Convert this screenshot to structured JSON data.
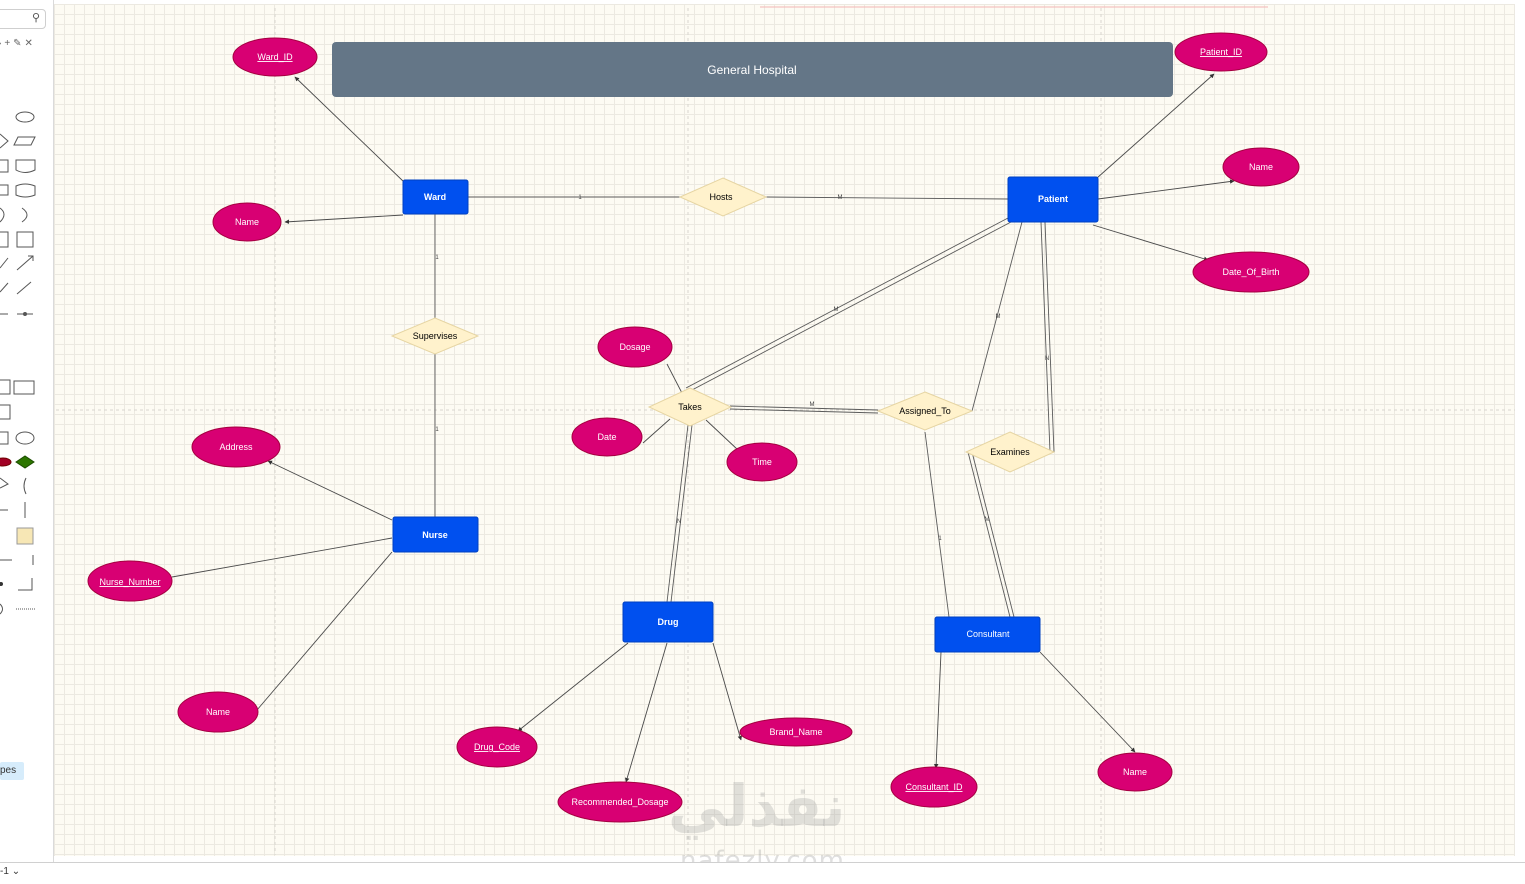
{
  "title": "General Hospital",
  "colors": {
    "entity": "#0050ef",
    "attribute": "#d80073",
    "relationship": "#fff2cc",
    "title_bar": "#647687",
    "canvas": "#fdfbf3"
  },
  "sidebar": {
    "shapes_label": "pes",
    "page_selector": "-1"
  },
  "watermark": {
    "arabic": "نفذلي",
    "latin": "nafezly.com"
  },
  "entities": [
    {
      "id": "ward",
      "label": "Ward"
    },
    {
      "id": "patient",
      "label": "Patient"
    },
    {
      "id": "nurse",
      "label": "Nurse"
    },
    {
      "id": "drug",
      "label": "Drug"
    },
    {
      "id": "consultant",
      "label": "Consultant"
    }
  ],
  "relationships": [
    {
      "id": "hosts",
      "label": "Hosts"
    },
    {
      "id": "supervises",
      "label": "Supervises"
    },
    {
      "id": "takes",
      "label": "Takes"
    },
    {
      "id": "assigned_to",
      "label": "Assigned_To"
    },
    {
      "id": "examines",
      "label": "Examines"
    }
  ],
  "attributes": [
    {
      "id": "ward_id",
      "label": "Ward_ID",
      "key": true
    },
    {
      "id": "ward_name",
      "label": "Name",
      "key": false
    },
    {
      "id": "patient_id",
      "label": "Patient_ID",
      "key": true
    },
    {
      "id": "patient_name",
      "label": "Name",
      "key": false
    },
    {
      "id": "date_of_birth",
      "label": "Date_Of_Birth",
      "key": false
    },
    {
      "id": "dosage",
      "label": "Dosage",
      "key": false
    },
    {
      "id": "date",
      "label": "Date",
      "key": false
    },
    {
      "id": "time",
      "label": "Time",
      "key": false
    },
    {
      "id": "address",
      "label": "Address",
      "key": false
    },
    {
      "id": "nurse_number",
      "label": "Nurse_Number",
      "key": true
    },
    {
      "id": "nurse_name",
      "label": "Name",
      "key": false
    },
    {
      "id": "drug_code",
      "label": "Drug_Code",
      "key": true
    },
    {
      "id": "brand_name",
      "label": "Brand_Name",
      "key": false
    },
    {
      "id": "recommended_dosage",
      "label": "Recommended_Dosage",
      "key": false
    },
    {
      "id": "consultant_id",
      "label": "Consultant_ID",
      "key": true
    },
    {
      "id": "consultant_name",
      "label": "Name",
      "key": false
    }
  ],
  "cardinalities": [
    {
      "id": "hosts_ward",
      "label": "1"
    },
    {
      "id": "hosts_patient",
      "label": "M"
    },
    {
      "id": "supervises_ward",
      "label": "1"
    },
    {
      "id": "supervises_nurse",
      "label": "1"
    },
    {
      "id": "takes_patient",
      "label": "M"
    },
    {
      "id": "takes_drug",
      "label": "N"
    },
    {
      "id": "takes_assigned",
      "label": "M"
    },
    {
      "id": "assigned_patient",
      "label": "M"
    },
    {
      "id": "assigned_consultant",
      "label": "1"
    },
    {
      "id": "examines_patient",
      "label": "N"
    },
    {
      "id": "examines_consultant",
      "label": "M"
    }
  ]
}
